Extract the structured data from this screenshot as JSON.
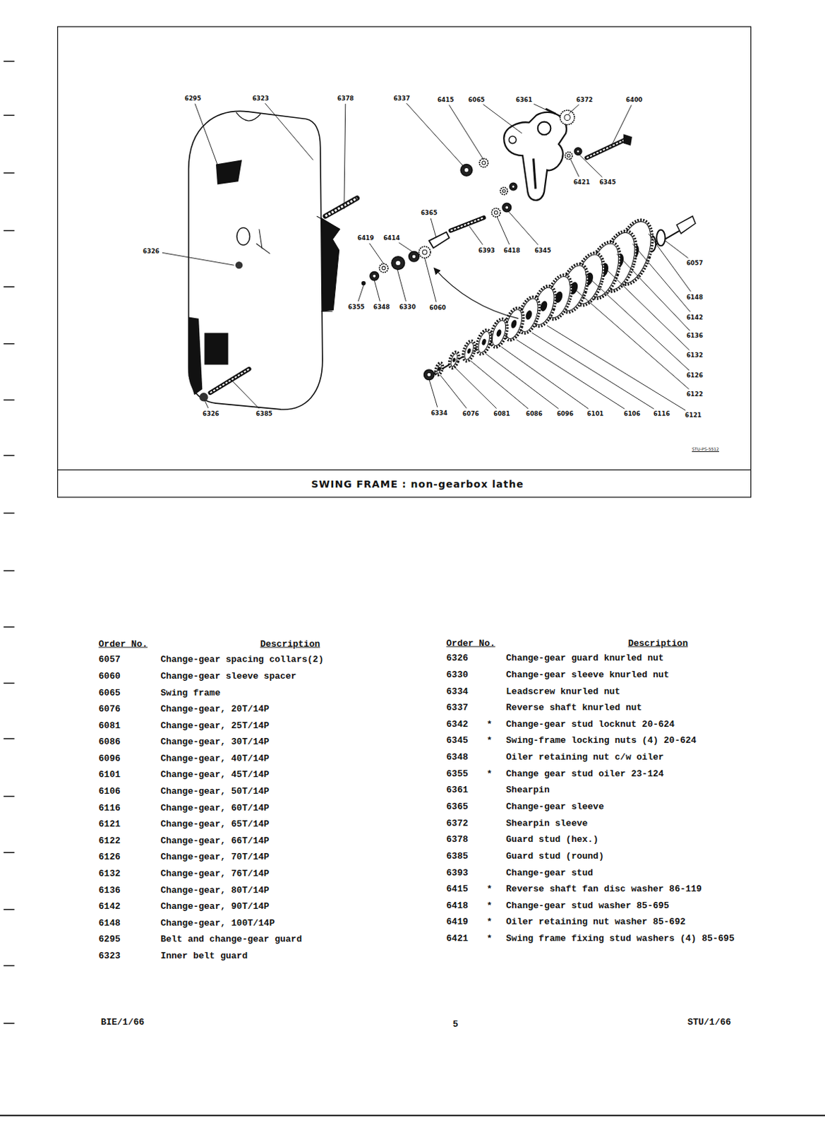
{
  "diagram": {
    "caption": "SWING FRAME : non-gearbox lathe",
    "labels": [
      "6295",
      "6323",
      "6378",
      "6337",
      "6415",
      "6065",
      "6361",
      "6372",
      "6400",
      "6421",
      "6345",
      "6365",
      "6419",
      "6414",
      "6393",
      "6418",
      "6345",
      "6326",
      "6355",
      "6348",
      "6330",
      "6060",
      "6057",
      "6148",
      "6142",
      "6136",
      "6132",
      "6126",
      "6122",
      "6334",
      "6076",
      "6081",
      "6086",
      "6096",
      "6101",
      "6106",
      "6116",
      "6121",
      "6326",
      "6385",
      "STU-PS-5512",
      "Order No.",
      "Description",
      "Order No.",
      "Description",
      "6057",
      "Change-gear spacing collars(2)",
      "6060",
      "Change-gear sleeve spacer",
      "6065",
      "Swing frame",
      "6076",
      "Change-gear, 20T/14P",
      "6081",
      "Change-gear, 25T/14P",
      "6086",
      "Change-gear, 30T/14P",
      "6096",
      "Change-gear, 40T/14P",
      "6101",
      "Change-gear, 45T/14P",
      "6106",
      "Change-gear, 50T/14P",
      "6116",
      "Change-gear, 60T/14P",
      "6121",
      "Change-gear, 65T/14P",
      "6122",
      "Change-gear, 66T/14P",
      "6126",
      "Change-gear, 70T/14P",
      "6132",
      "Change-gear, 76T/14P",
      "6136",
      "Change-gear, 80T/14P",
      "6142",
      "Change-gear, 90T/14P",
      "6148",
      "Change-gear, 100T/14P",
      "6295",
      "Belt and change-gear guard",
      "6323",
      "Inner belt guard",
      "6326",
      "Change-gear guard knurled nut",
      "6330",
      "Change-gear sleeve knurled nut",
      "6334",
      "Leadscrew knurled nut",
      "6337",
      "Reverse shaft knurled nut",
      "6342",
      "*",
      "Change-gear stud locknut 20-624",
      "6345",
      "*",
      "Swing-frame locking nuts (4) 20-624",
      "6348",
      "Oiler retaining nut c/w oiler",
      "6355",
      "*",
      "Change gear stud oiler 23-124",
      "6361",
      "Shearpin",
      "6365",
      "Change-gear sleeve",
      "6372",
      "Shearpin sleeve",
      "6378",
      "Guard stud (hex.)",
      "6385",
      "Guard stud (round)",
      "6393",
      "Change-gear stud",
      "6415",
      "*",
      "Reverse shaft fan disc washer 86-119",
      "6418",
      "*",
      "Change-gear stud washer 85-695",
      "6419",
      "*",
      "Oiler retaining nut washer 85-692",
      "6421",
      "*",
      "Swing frame fixing stud washers (4) 85-695",
      "BIE/1/66",
      "5",
      "STU/1/66"
    ]
  }
}
